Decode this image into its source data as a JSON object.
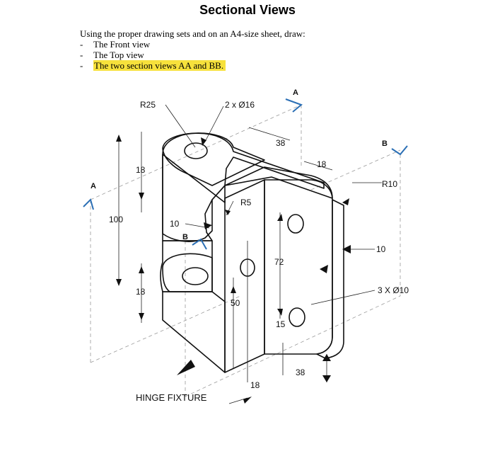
{
  "title": "Sectional Views",
  "instructions": {
    "intro": "Using the proper drawing sets and on an A4-size sheet, draw:",
    "items": [
      {
        "dash": "-",
        "text": "The Front view",
        "highlighted": false
      },
      {
        "dash": "-",
        "text": "The Top view",
        "highlighted": false
      },
      {
        "dash": "-",
        "text": "The two section views AA and BB.",
        "highlighted": true
      }
    ],
    "highlight_color": "#f7e13c"
  },
  "drawing": {
    "caption": "HINGE FIXTURE",
    "section_labels": {
      "a_top": "A",
      "a_left": "A",
      "b_right": "B",
      "b_mid": "B"
    },
    "dimensions": {
      "r25": "R25",
      "holes_top": "2 x Ø16",
      "d38_top": "38",
      "d18_right": "18",
      "r10": "R10",
      "d18_left_top": "18",
      "d100": "100",
      "r5": "R5",
      "d10_left": "10",
      "d10_right": "10",
      "d72": "72",
      "holes_right": "3 X Ø10",
      "d18_left_bottom": "18",
      "d50": "50",
      "d15": "15",
      "d38_bottom": "38",
      "d18_bottom": "18"
    },
    "colors": {
      "section_line": "#2b6fb5",
      "body_fill": "#e6e6e8",
      "body_shadow": "#d4d4d8",
      "outline": "#111111"
    }
  }
}
